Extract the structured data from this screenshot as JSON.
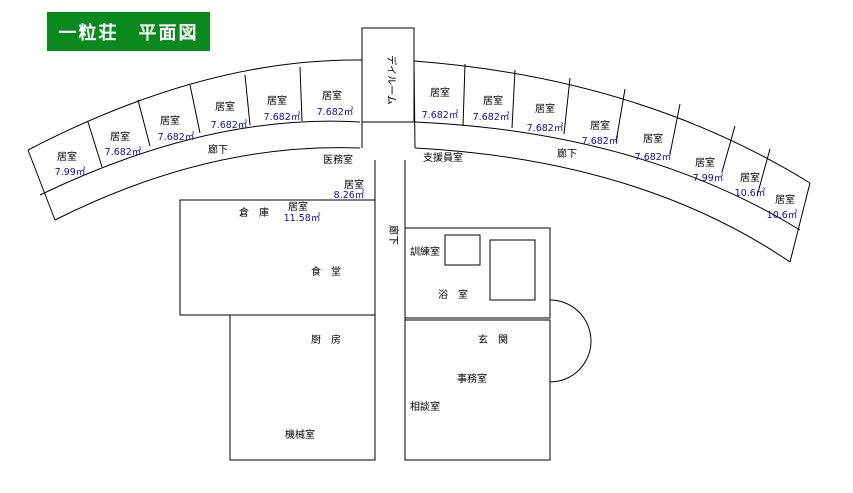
{
  "title": "一粒荘　平面図",
  "colors": {
    "title_bg": "#0a8a1e",
    "title_fg": "#ffffff",
    "area_text": "#1010b4",
    "lines": "#000000"
  },
  "rooms": {
    "dayroom": "デイルーム",
    "rooms_left": [
      {
        "label": "居室",
        "area": "7.99㎡"
      },
      {
        "label": "居室",
        "area": "7.682㎡"
      },
      {
        "label": "居室",
        "area": "7.682㎡"
      },
      {
        "label": "居室",
        "area": "7.682㎡"
      },
      {
        "label": "居室",
        "area": "7.682㎡"
      },
      {
        "label": "居室",
        "area": "7.682㎡"
      }
    ],
    "rooms_right": [
      {
        "label": "居室",
        "area": "7.682㎡"
      },
      {
        "label": "居室",
        "area": "7.682㎡"
      },
      {
        "label": "居室",
        "area": "7.682㎡"
      },
      {
        "label": "居室",
        "area": "7.682㎡"
      },
      {
        "label": "居室",
        "area": "7.682㎡"
      },
      {
        "label": "居室",
        "area": "7.99㎡"
      },
      {
        "label": "居室",
        "area": "10.6㎡"
      },
      {
        "label": "居室",
        "area": "10.6㎡"
      }
    ],
    "corridor_left": "廊下",
    "corridor_right": "廊下",
    "corridor_center": "廊下",
    "medical": "医務室",
    "room_small": {
      "label": "居室",
      "area": "8.26㎡"
    },
    "room_mid": {
      "label": "居室",
      "area": "11.58㎡"
    },
    "storage": "倉　庫",
    "dining": "食　堂",
    "kitchen": "厨　房",
    "machine": "機械室",
    "support": "支援員室",
    "training": "訓練室",
    "bath": "浴　室",
    "entrance": "玄　関",
    "office": "事務室",
    "consult": "相談室"
  }
}
